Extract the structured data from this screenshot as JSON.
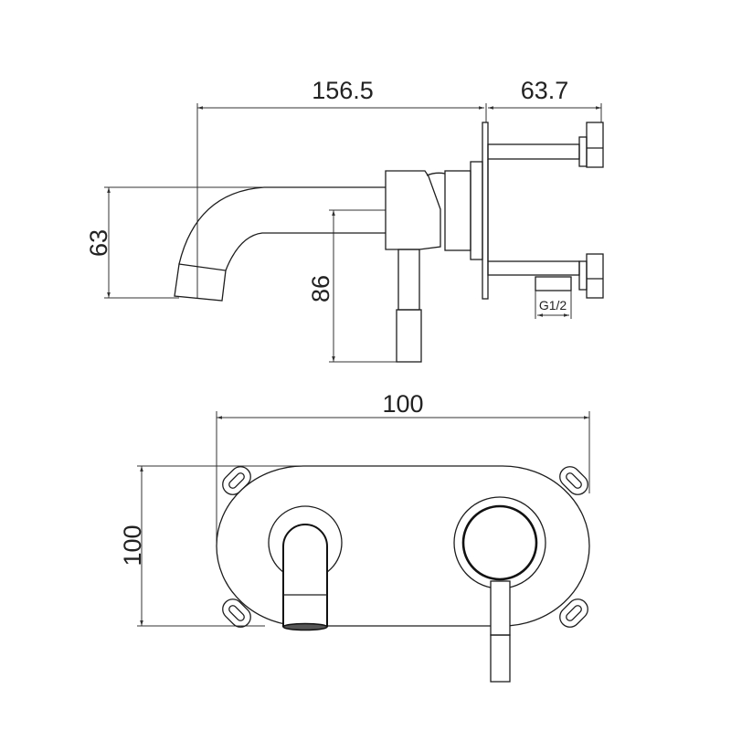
{
  "side_view": {
    "dimensions": {
      "spout_length": "156.5",
      "body_depth": "63.7",
      "spout_height": "63",
      "handle_drop": "86",
      "connection": "G1/2"
    }
  },
  "front_view": {
    "dimensions": {
      "plate_width": "100",
      "plate_height": "100"
    }
  },
  "colors": {
    "line": "#1e1e1e",
    "background": "#ffffff"
  }
}
